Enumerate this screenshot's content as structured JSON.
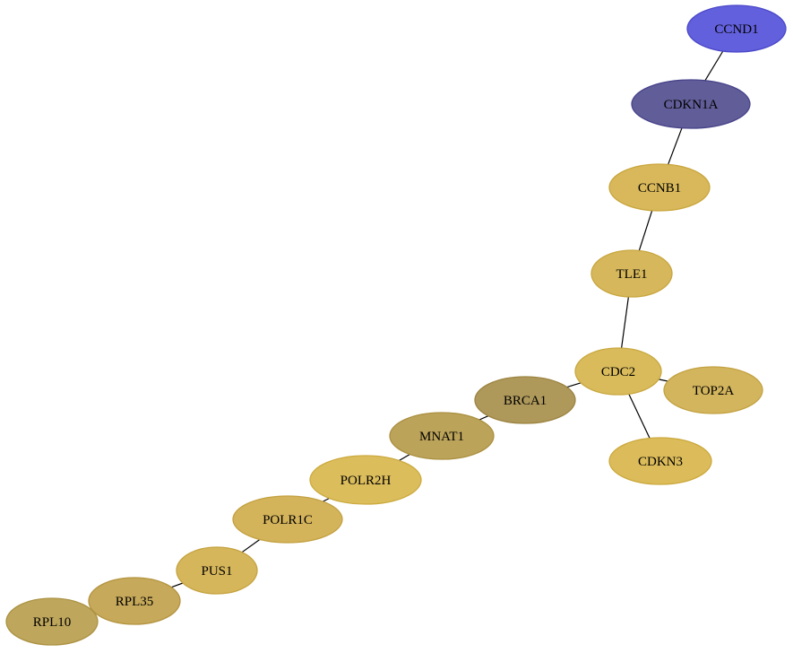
{
  "graph": {
    "nodes": [
      {
        "id": "CCND1",
        "label": "CCND1",
        "fill": "#6260dc",
        "stroke": "#4a48c8"
      },
      {
        "id": "CDKN1A",
        "label": "CDKN1A",
        "fill": "#615d98",
        "stroke": "#46438a"
      },
      {
        "id": "CCNB1",
        "label": "CCNB1",
        "fill": "#d8b85a",
        "stroke": "#c9a53c"
      },
      {
        "id": "TLE1",
        "label": "TLE1",
        "fill": "#d6b75b",
        "stroke": "#c8a63f"
      },
      {
        "id": "CDC2",
        "label": "CDC2",
        "fill": "#d9bb5c",
        "stroke": "#c9a840"
      },
      {
        "id": "TOP2A",
        "label": "TOP2A",
        "fill": "#d3b55d",
        "stroke": "#c3a242"
      },
      {
        "id": "CDKN3",
        "label": "CDKN3",
        "fill": "#dcbc5a",
        "stroke": "#cba93d"
      },
      {
        "id": "BRCA1",
        "label": "BRCA1",
        "fill": "#ae985a",
        "stroke": "#9c8441"
      },
      {
        "id": "MNAT1",
        "label": "MNAT1",
        "fill": "#bca35a",
        "stroke": "#aa9040"
      },
      {
        "id": "POLR2H",
        "label": "POLR2H",
        "fill": "#dcbd5c",
        "stroke": "#cbaa3f"
      },
      {
        "id": "POLR1C",
        "label": "POLR1C",
        "fill": "#d4b45b",
        "stroke": "#c3a040"
      },
      {
        "id": "PUS1",
        "label": "PUS1",
        "fill": "#d6b65b",
        "stroke": "#c5a340"
      },
      {
        "id": "RPL35",
        "label": "RPL35",
        "fill": "#c6a95a",
        "stroke": "#b49440"
      },
      {
        "id": "RPL10",
        "label": "RPL10",
        "fill": "#bea65c",
        "stroke": "#ab9243"
      }
    ],
    "edges": [
      {
        "from": "CCND1",
        "to": "CDKN1A"
      },
      {
        "from": "CDKN1A",
        "to": "CCNB1"
      },
      {
        "from": "CCNB1",
        "to": "TLE1"
      },
      {
        "from": "TLE1",
        "to": "CDC2"
      },
      {
        "from": "CDC2",
        "to": "TOP2A"
      },
      {
        "from": "CDC2",
        "to": "CDKN3"
      },
      {
        "from": "CDC2",
        "to": "BRCA1"
      },
      {
        "from": "BRCA1",
        "to": "MNAT1"
      },
      {
        "from": "MNAT1",
        "to": "POLR2H"
      },
      {
        "from": "POLR2H",
        "to": "POLR1C"
      },
      {
        "from": "POLR1C",
        "to": "PUS1"
      },
      {
        "from": "PUS1",
        "to": "RPL35"
      },
      {
        "from": "RPL35",
        "to": "RPL10"
      }
    ]
  }
}
